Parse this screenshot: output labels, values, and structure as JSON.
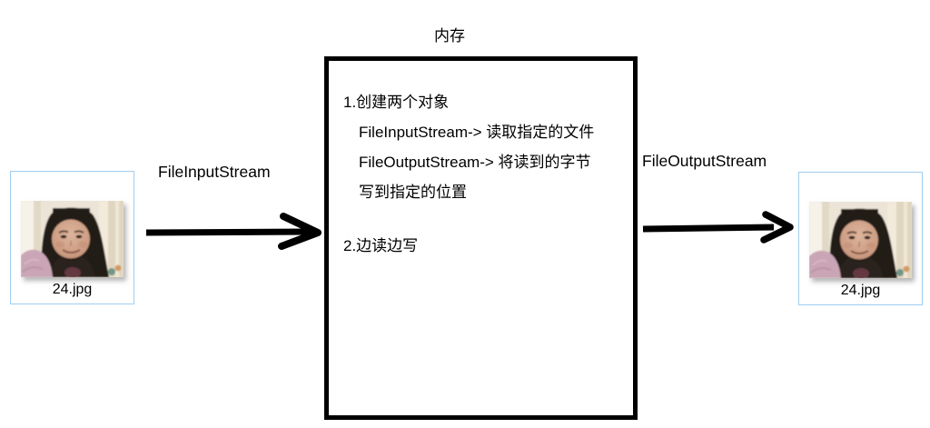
{
  "title": "内存",
  "memory_box": {
    "lines": [
      "1.创建两个对象",
      "FileInputStream-> 读取指定的文件",
      "FileOutputStream-> 将读到的字节",
      "写到指定的位置",
      "2.边读边写"
    ]
  },
  "arrows": {
    "input_label": "FileInputStream",
    "output_label": "FileOutputStream"
  },
  "files": {
    "source": {
      "name": "24.jpg"
    },
    "destination": {
      "name": "24.jpg"
    }
  },
  "colors": {
    "background": "#ffffff",
    "text": "#000000",
    "memory_box_border": "#000000",
    "arrow": "#000000",
    "file_icon_border": "#9fcdf0"
  }
}
